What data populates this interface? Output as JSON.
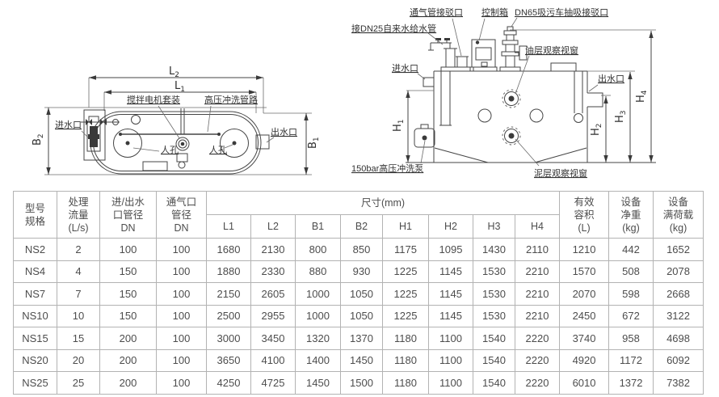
{
  "top_view": {
    "dim_l1": {
      "letter": "L",
      "sub": "1"
    },
    "dim_l2": {
      "letter": "L",
      "sub": "2"
    },
    "dim_b1": {
      "letter": "B",
      "sub": "1"
    },
    "dim_b2": {
      "letter": "B",
      "sub": "2"
    },
    "label_mixer": "搅拌电机套装",
    "label_flush_pipe": "高压冲洗管路",
    "label_inlet": "进水口",
    "label_outlet": "出水口",
    "label_manhole_left": "人孔",
    "label_manhole_right": "人孔"
  },
  "side_view": {
    "dim_h1": {
      "letter": "H",
      "sub": "1"
    },
    "dim_h2": {
      "letter": "H",
      "sub": "2"
    },
    "dim_h3": {
      "letter": "H",
      "sub": "3"
    },
    "dim_h4": {
      "letter": "H",
      "sub": "4"
    },
    "label_vent": "通气管接驳口",
    "label_control_box": "控制箱",
    "label_suction": "DN65吸污车抽吸接驳口",
    "label_tap_water": "接DN25自来水给水管",
    "label_oil_window": "油层观察视窗",
    "label_inlet": "进水口",
    "label_outlet": "出水口",
    "label_pump": "150bar高压冲洗泵",
    "label_mud_window": "泥层观察视窗"
  },
  "table": {
    "header": {
      "model": "型号\n规格",
      "flow": "处理\n流量\n(L/s)",
      "inlet_dn": "进/出水\n口管径\nDN",
      "vent_dn": "通气口\n管径\nDN",
      "dims": "尺寸(mm)",
      "dim_cols": [
        "L1",
        "L2",
        "B1",
        "B2",
        "H1",
        "H2",
        "H3",
        "H4"
      ],
      "volume": "有效\n容积\n(L)",
      "net_weight": "设备\n净重\n(kg)",
      "full_load": "设备\n满荷载\n(kg)"
    },
    "rows": [
      [
        "NS2",
        "2",
        "100",
        "100",
        "1680",
        "2130",
        "800",
        "850",
        "1175",
        "1095",
        "1430",
        "2110",
        "1210",
        "442",
        "1652"
      ],
      [
        "NS4",
        "4",
        "150",
        "100",
        "1880",
        "2330",
        "880",
        "930",
        "1225",
        "1145",
        "1530",
        "2210",
        "1570",
        "508",
        "2078"
      ],
      [
        "NS7",
        "7",
        "150",
        "100",
        "2150",
        "2605",
        "1000",
        "1050",
        "1225",
        "1145",
        "1530",
        "2210",
        "2070",
        "598",
        "2668"
      ],
      [
        "NS10",
        "10",
        "150",
        "100",
        "2500",
        "2955",
        "1000",
        "1050",
        "1225",
        "1145",
        "1530",
        "2210",
        "2450",
        "672",
        "3122"
      ],
      [
        "NS15",
        "15",
        "200",
        "100",
        "3000",
        "3450",
        "1320",
        "1370",
        "1180",
        "1100",
        "1540",
        "2220",
        "3740",
        "958",
        "4698"
      ],
      [
        "NS20",
        "20",
        "200",
        "100",
        "3650",
        "4100",
        "1400",
        "1450",
        "1180",
        "1100",
        "1540",
        "2220",
        "4920",
        "1172",
        "6092"
      ],
      [
        "NS25",
        "25",
        "200",
        "100",
        "4250",
        "4725",
        "1450",
        "1500",
        "1180",
        "1100",
        "1540",
        "2220",
        "6010",
        "1372",
        "7382"
      ]
    ]
  }
}
